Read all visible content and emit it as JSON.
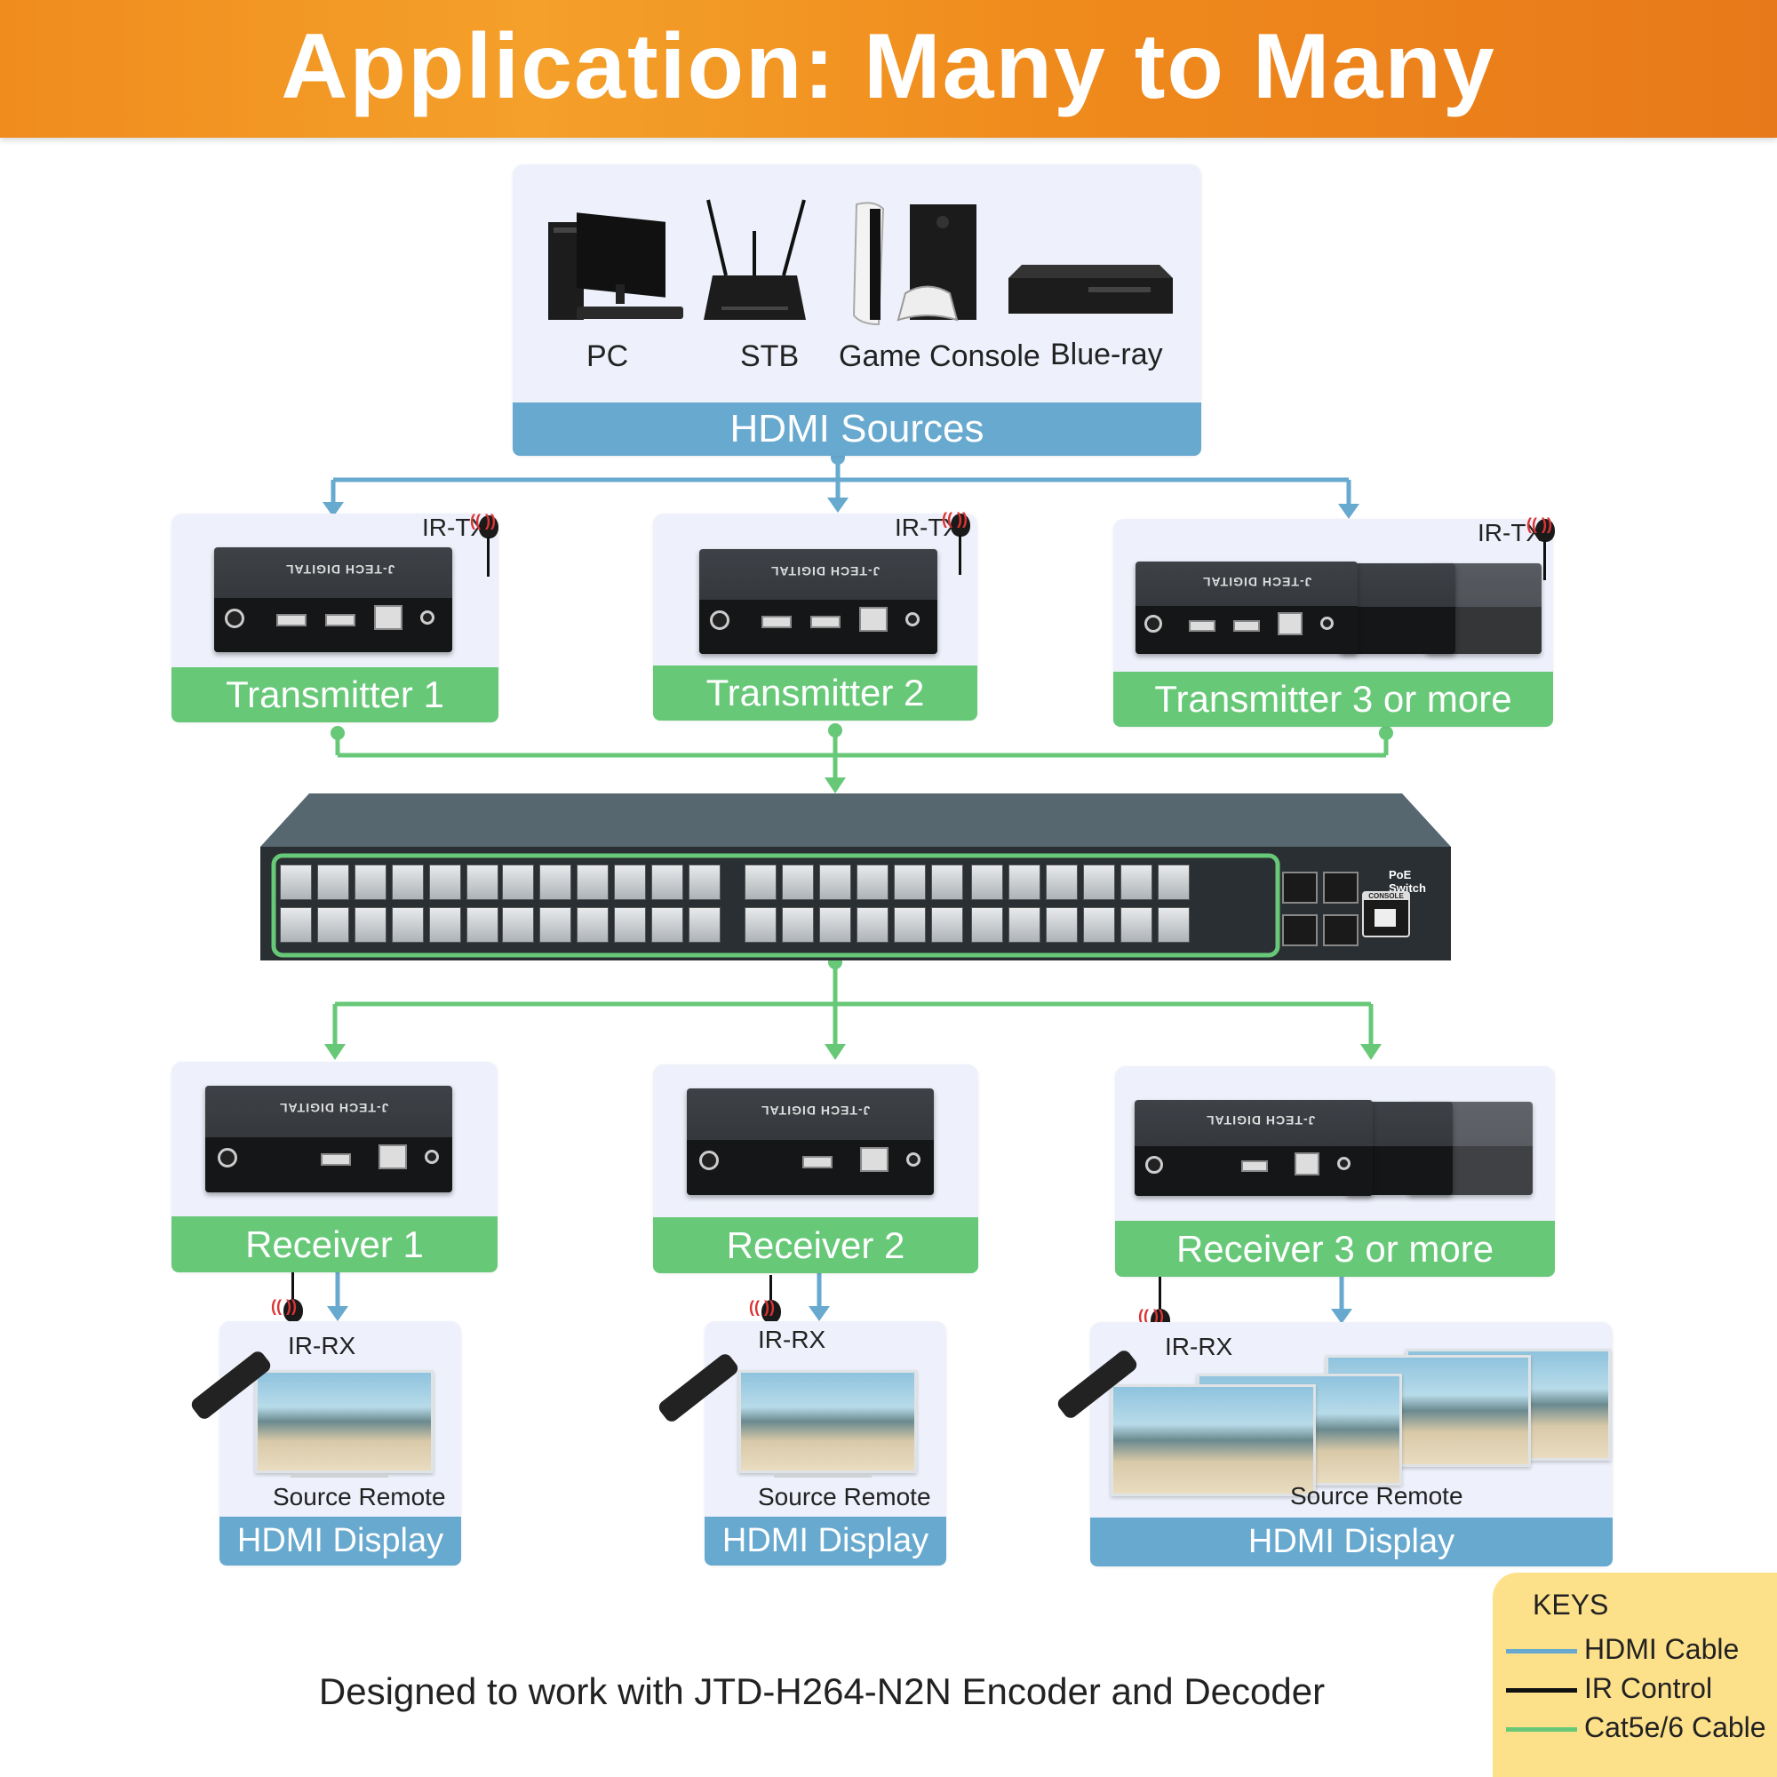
{
  "header": {
    "title": "Application: Many to Many"
  },
  "sources": {
    "bar_label": "HDMI Sources",
    "items": [
      {
        "label": "PC",
        "icon": "pc-icon"
      },
      {
        "label": "STB",
        "icon": "router-icon"
      },
      {
        "label": "Game Console",
        "icon": "game-console-icon"
      },
      {
        "label": "Blue-ray",
        "icon": "blu-ray-player-icon"
      }
    ]
  },
  "transmitters": [
    {
      "label": "Transmitter 1",
      "ir": "IR-TX"
    },
    {
      "label": "Transmitter 2",
      "ir": "IR-TX"
    },
    {
      "label": "Transmitter 3 or more",
      "ir": "IR-TX"
    }
  ],
  "receivers": [
    {
      "label": "Receiver 1",
      "ir": "IR-RX"
    },
    {
      "label": "Receiver 2",
      "ir": "IR-RX"
    },
    {
      "label": "Receiver 3 or more",
      "ir": "IR-RX"
    }
  ],
  "displays": [
    {
      "remote_label": "Source Remote",
      "bar_label": "HDMI Display"
    },
    {
      "remote_label": "Source Remote",
      "bar_label": "HDMI Display"
    },
    {
      "remote_label": "Source Remote",
      "bar_label": "HDMI Display"
    }
  ],
  "switch": {
    "label": "PoE Switch",
    "console": "CONSOLE"
  },
  "keys": {
    "title": "KEYS",
    "items": [
      {
        "label": "HDMI Cable",
        "color": "#67a9cf"
      },
      {
        "label": "IR Control",
        "color": "#111111"
      },
      {
        "label": "Cat5e/6 Cable",
        "color": "#67c878"
      }
    ]
  },
  "footer": {
    "note": "Designed to work with JTD-H264-N2N Encoder and Decoder"
  },
  "colors": {
    "hdmi": "#67a9cf",
    "cat": "#67c878",
    "ir": "#111111",
    "header": "#f08c1e"
  }
}
